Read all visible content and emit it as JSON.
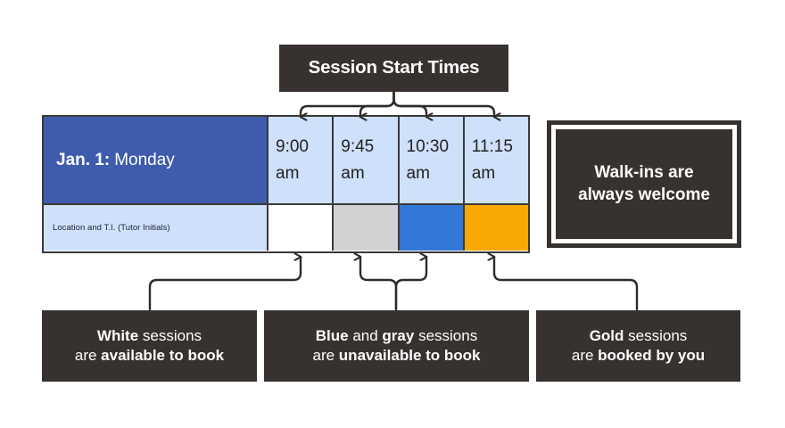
{
  "title_box": {
    "label": "Session Start Times"
  },
  "walkins_box": {
    "line1": "Walk-ins are",
    "line2": "always welcome"
  },
  "schedule": {
    "day": {
      "date": "Jan. 1:",
      "name": "Monday"
    },
    "location_label": "Location and T.I. (Tutor Initials)",
    "columns": [
      {
        "time": "9:00",
        "meridiem": "am",
        "state": "white",
        "state_color": "#ffffff"
      },
      {
        "time": "9:45",
        "meridiem": "am",
        "state": "gray",
        "state_color": "#d2d2d2"
      },
      {
        "time": "10:30",
        "meridiem": "am",
        "state": "blue",
        "state_color": "#3278d8"
      },
      {
        "time": "11:15",
        "meridiem": "am",
        "state": "gold",
        "state_color": "#f9a806"
      }
    ]
  },
  "legend": [
    {
      "id": "white",
      "l1_bold": "White",
      "l1_rest": " sessions",
      "l2_pre": "are ",
      "l2_bold": "available to book"
    },
    {
      "id": "blue-gray",
      "l1_bold": "Blue",
      "l1_mid": " and ",
      "l1_bold2": "gray",
      "l1_rest": " sessions",
      "l2_pre": "are ",
      "l2_bold": "unavailable to book"
    },
    {
      "id": "gold",
      "l1_bold": "Gold",
      "l1_rest": " sessions",
      "l2_pre": "are ",
      "l2_bold": "booked by you"
    }
  ],
  "colors": {
    "dark": "#37322f",
    "header_blue": "#3f5bab",
    "light_blue": "#cee0fa",
    "available_white": "#ffffff",
    "unavailable_gray": "#d2d2d2",
    "unavailable_blue": "#3278d8",
    "booked_gold": "#f9a806",
    "border": "#3a3a3a"
  }
}
